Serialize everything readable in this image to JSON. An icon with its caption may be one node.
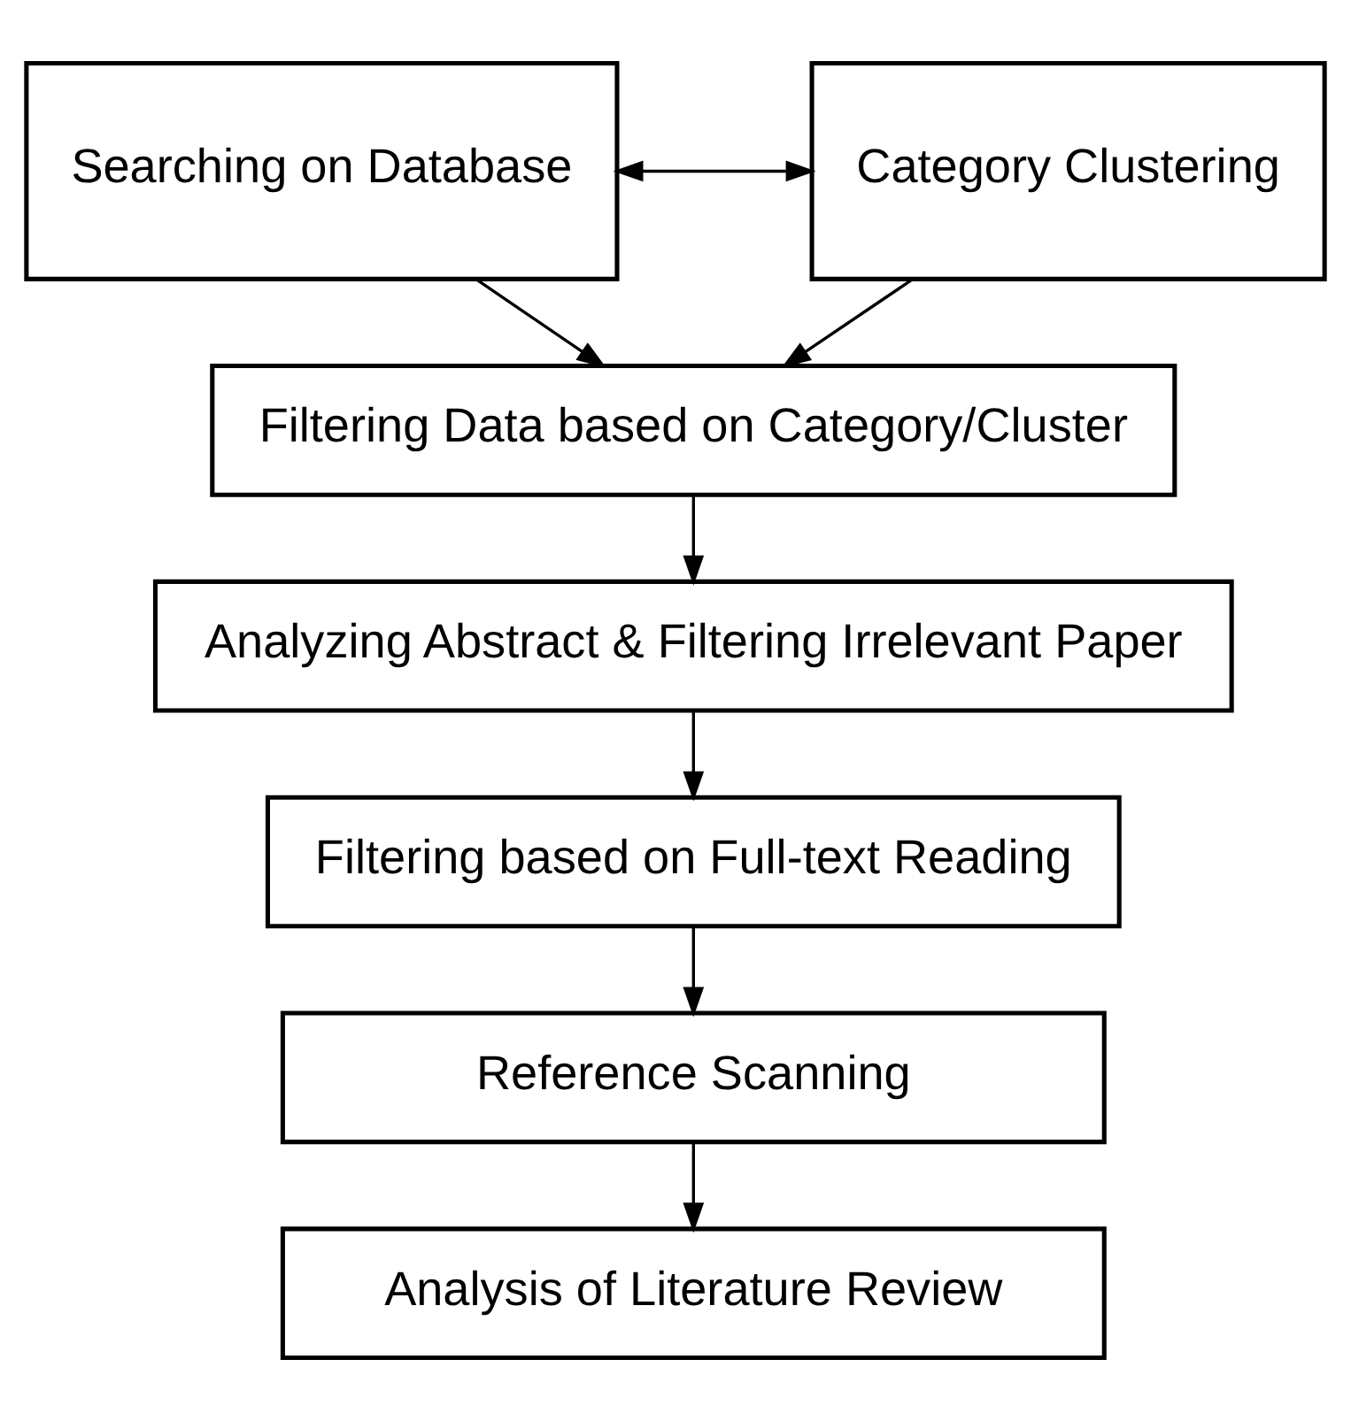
{
  "diagram": {
    "nodes": [
      {
        "text": [
          "Searching on Database"
        ]
      },
      {
        "text": [
          "Category Clustering"
        ]
      },
      {
        "text": [
          "Filtering Data based on Category/Cluster"
        ]
      },
      {
        "text": [
          "Analyzing Abstract & Filtering Irrelevant Paper"
        ]
      },
      {
        "text": [
          "Filtering based on Full-text Reading"
        ]
      },
      {
        "text": [
          "Reference Scanning"
        ]
      },
      {
        "text": [
          "Analysis of Literature Review"
        ]
      }
    ],
    "edges": [
      {
        "from": 0,
        "to": 1,
        "arrow": "both"
      },
      {
        "from": 0,
        "to": 2,
        "arrow": "to"
      },
      {
        "from": 1,
        "to": 2,
        "arrow": "to"
      },
      {
        "from": 2,
        "to": 3,
        "arrow": "to"
      },
      {
        "from": 3,
        "to": 4,
        "arrow": "to"
      },
      {
        "from": 4,
        "to": 5,
        "arrow": "to"
      },
      {
        "from": 5,
        "to": 6,
        "arrow": "to"
      }
    ]
  }
}
